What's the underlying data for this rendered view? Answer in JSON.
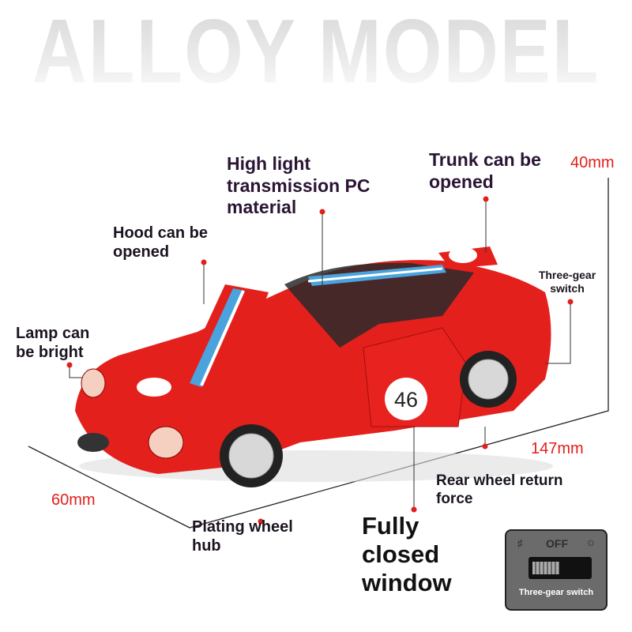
{
  "header": {
    "title": "ALLOY MODEL"
  },
  "features": {
    "pc_material": "High light transmission PC material",
    "trunk": "Trunk can be opened",
    "hood": "Hood can be opened",
    "three_gear": "Three-gear switch",
    "lamp": "Lamp can be bright",
    "rear_wheel": "Rear wheel return force",
    "wheel_hub": "Plating wheel hub",
    "window": "Fully closed window"
  },
  "dimensions": {
    "height": "40mm",
    "length": "147mm",
    "width": "60mm"
  },
  "car": {
    "race_number": "46",
    "body_color": "#e4201c",
    "stripe_color": "#4aa3dc"
  },
  "switch_inset": {
    "off_label": "OFF",
    "caption": "Three-gear switch",
    "left_icon": "speaker-icon",
    "right_icon": "light-icon"
  },
  "colors": {
    "accent": "#e0201c",
    "text": "#1c1420"
  }
}
